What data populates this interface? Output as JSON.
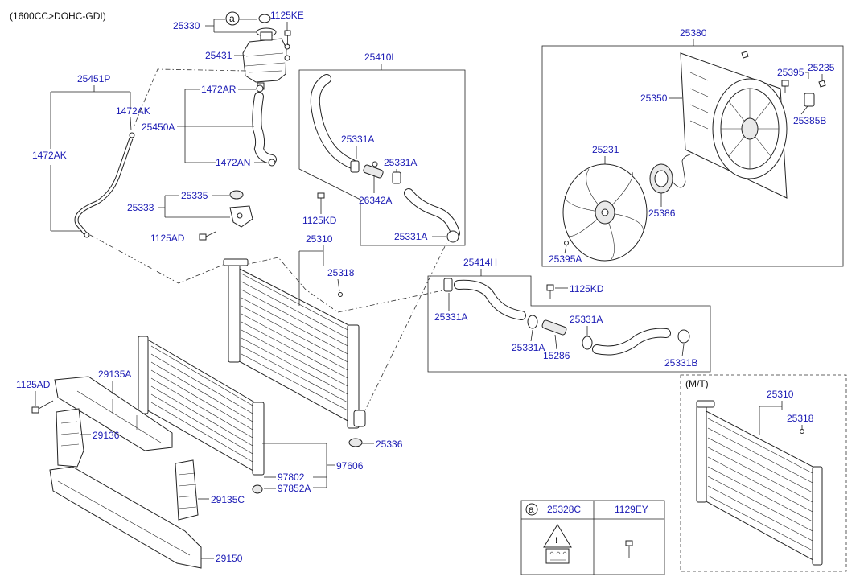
{
  "header": {
    "engine_note": "(1600CC>DOHC-GDI)"
  },
  "labels": {
    "p25330": "25330",
    "callout_a": "a",
    "p1125KE": "1125KE",
    "p25431": "25431",
    "p25451P": "25451P",
    "p1472AK_top": "1472AK",
    "p1472AR": "1472AR",
    "p25450A": "25450A",
    "p1472AK_side": "1472AK",
    "p1472AN": "1472AN",
    "p25410L": "25410L",
    "p25331A_1": "25331A",
    "p25331A_2": "25331A",
    "p26342A": "26342A",
    "p1125KD_1": "1125KD",
    "p25331A_3": "25331A",
    "p25335": "25335",
    "p25333": "25333",
    "p1125AD_1": "1125AD",
    "p25310": "25310",
    "p25318": "25318",
    "p25380": "25380",
    "p25395": "25395",
    "p25235": "25235",
    "p25350": "25350",
    "p25385B": "25385B",
    "p25231": "25231",
    "p25386": "25386",
    "p25395A": "25395A",
    "p25414H": "25414H",
    "p1125KD_2": "1125KD",
    "p25331A_4": "25331A",
    "p25331A_5": "25331A",
    "p25331A_6": "25331A",
    "p15286": "15286",
    "p25331B": "25331B",
    "p1125AD_2": "1125AD",
    "p29135A": "29135A",
    "p29136": "29136",
    "p25336": "25336",
    "p97802": "97802",
    "p97606": "97606",
    "p97852A": "97852A",
    "p29135C": "29135C",
    "p29150": "29150",
    "mt_note": "(M/T)",
    "mt_25310": "25310",
    "mt_25318": "25318"
  },
  "legend_table": {
    "callout": "a",
    "col1": "25328C",
    "col2": "1129EY"
  },
  "colors": {
    "label_blue": "#1a1ab4",
    "line": "#222222"
  }
}
